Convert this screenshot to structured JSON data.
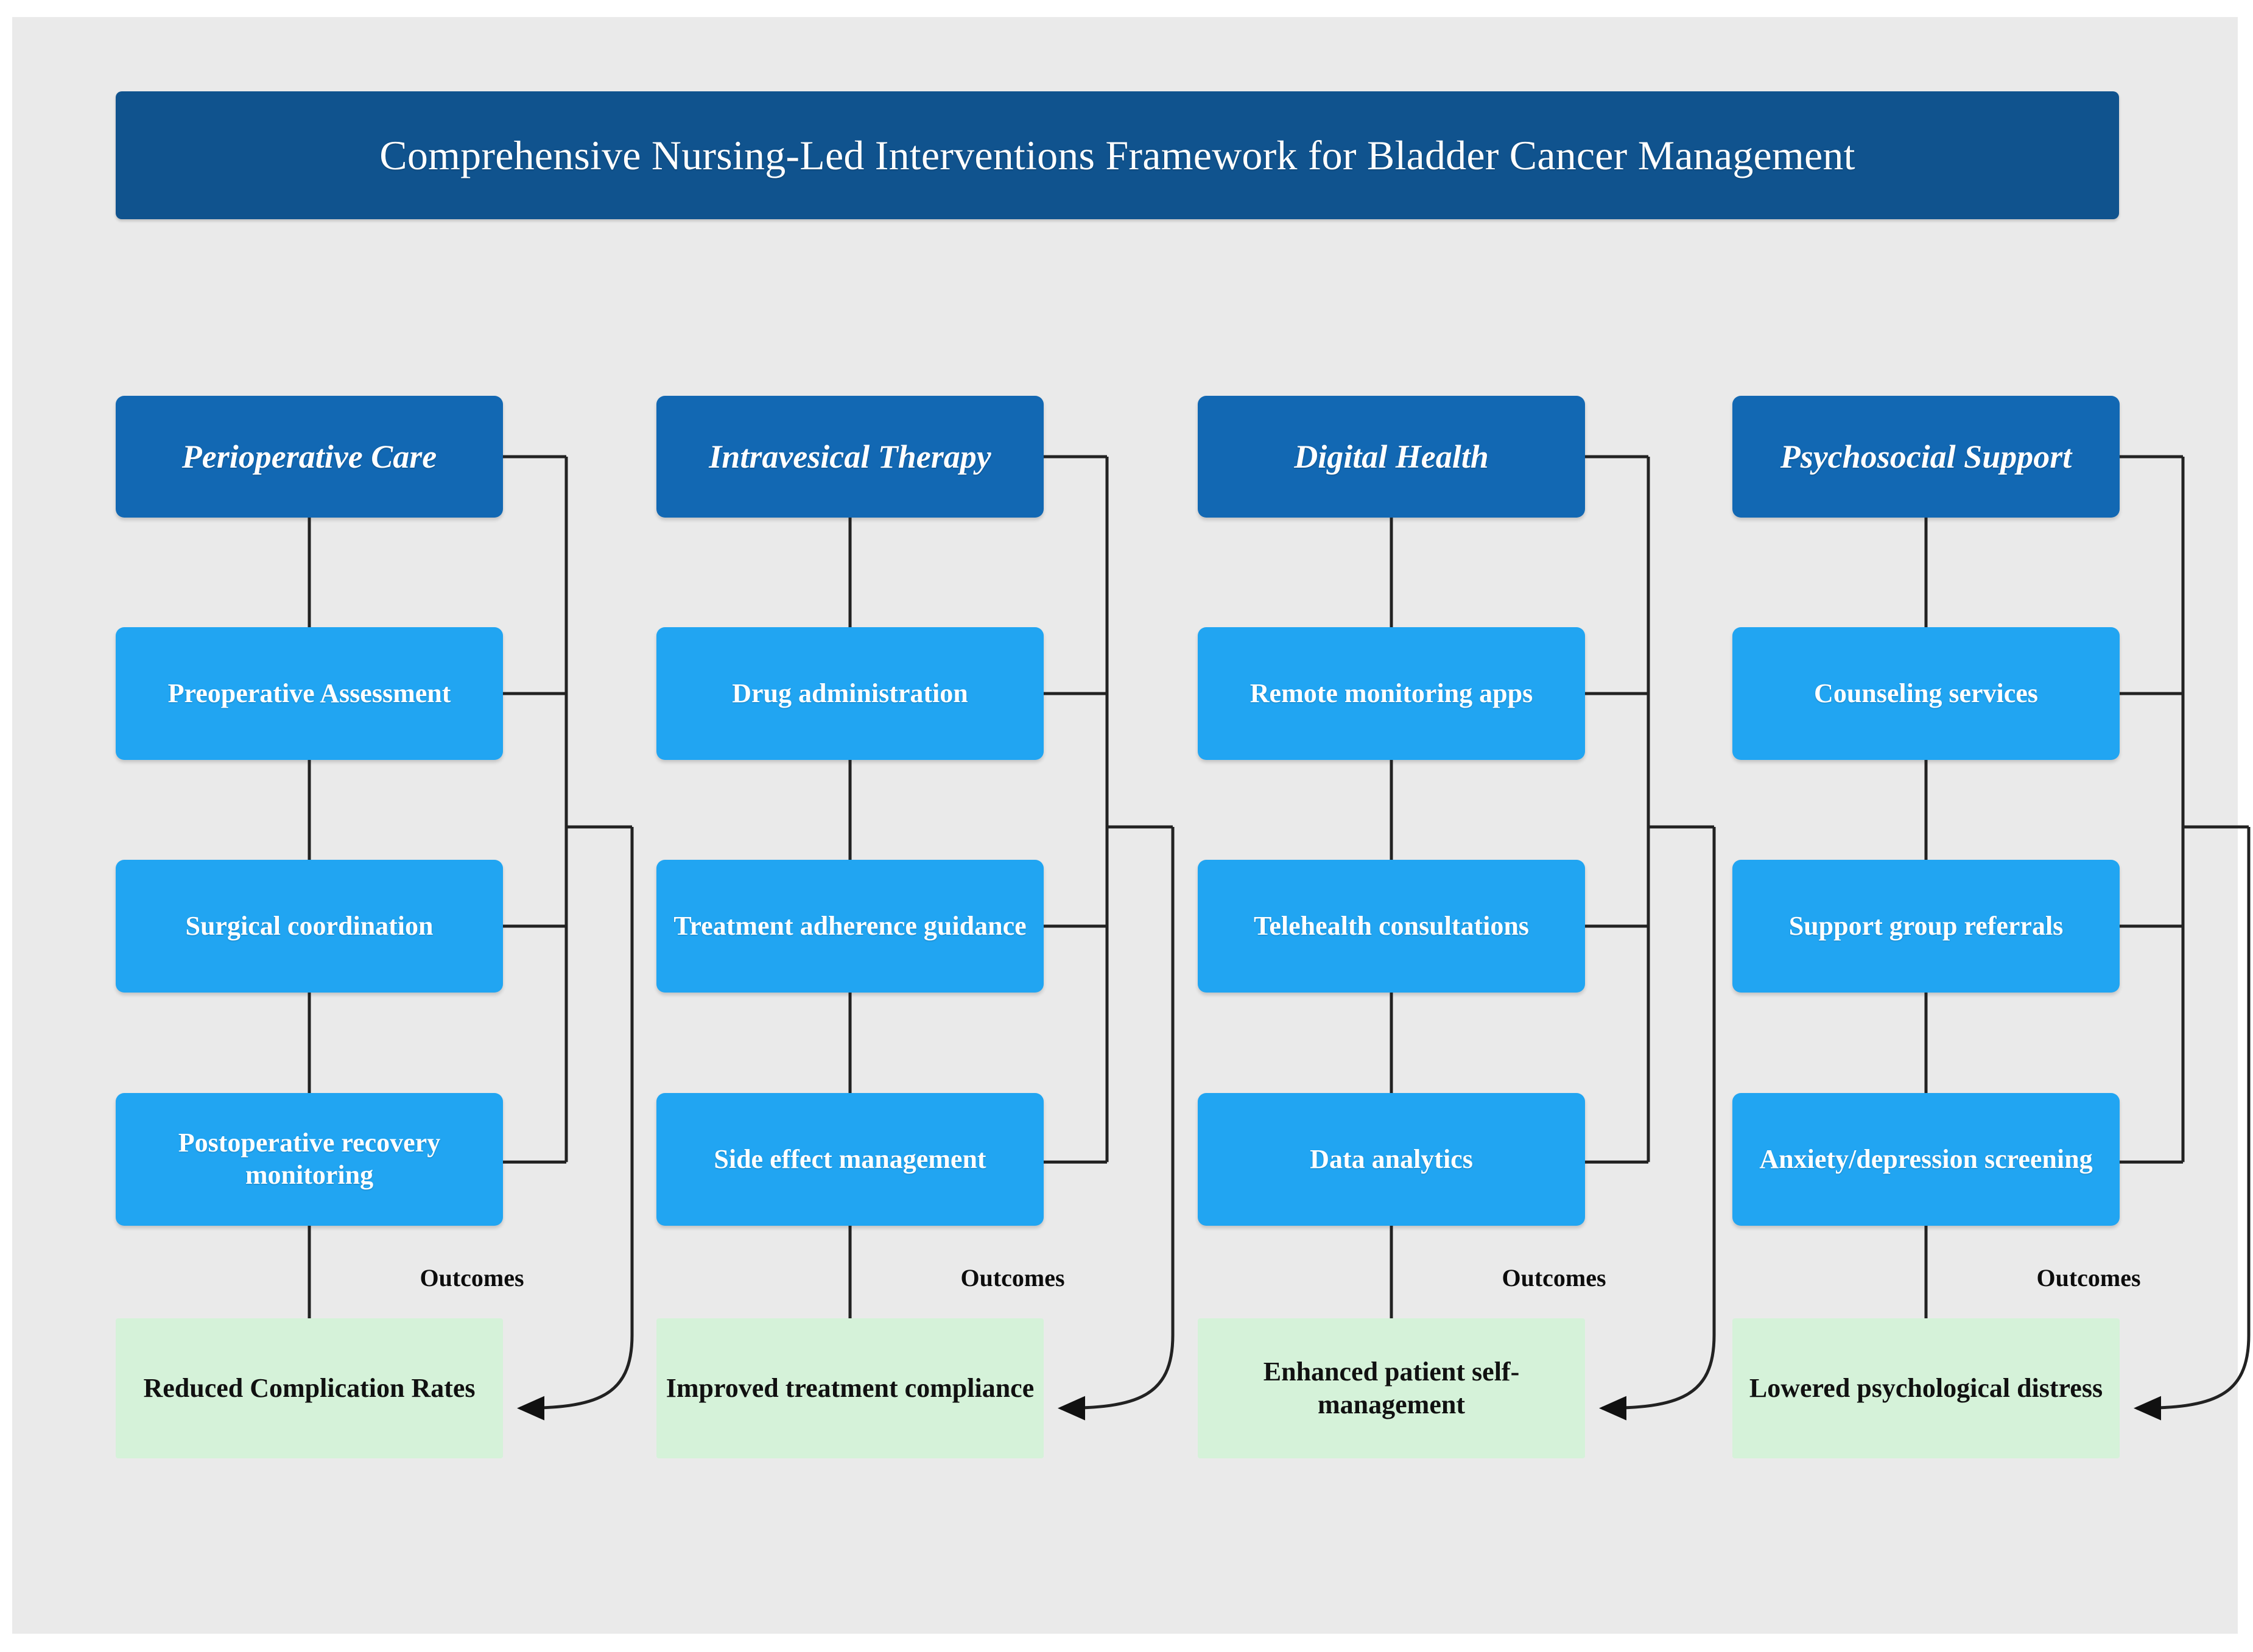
{
  "page": {
    "background_color": "#ffffff",
    "panel_color": "#eaeaea"
  },
  "title": {
    "text": "Comprehensive Nursing-Led Interventions Framework  for Bladder Cancer Management",
    "background_color": "#10538e",
    "text_color": "#ffffff"
  },
  "theme": {
    "header_color": "#1268b3",
    "sub_color": "#21a5f2",
    "outcome_color": "#d5f2d9",
    "connector_color": "#222222"
  },
  "columns": [
    {
      "header": "Perioperative Care",
      "steps": [
        "Preoperative Assessment",
        "Surgical coordination",
        "Postoperative recovery monitoring"
      ],
      "outcomes_label": "Outcomes",
      "outcome": "Reduced Complication Rates"
    },
    {
      "header": "Intravesical Therapy",
      "steps": [
        "Drug administration",
        "Treatment adherence guidance",
        "Side effect management"
      ],
      "outcomes_label": "Outcomes",
      "outcome": "Improved treatment compliance"
    },
    {
      "header": "Digital Health",
      "steps": [
        "Remote monitoring apps",
        "Telehealth consultations",
        "Data analytics"
      ],
      "outcomes_label": "Outcomes",
      "outcome": "Enhanced patient self-management"
    },
    {
      "header": "Psychosocial Support",
      "steps": [
        "Counseling services",
        "Support group referrals",
        "Anxiety/depression screening"
      ],
      "outcomes_label": "Outcomes",
      "outcome": "Lowered psychological distress"
    }
  ]
}
